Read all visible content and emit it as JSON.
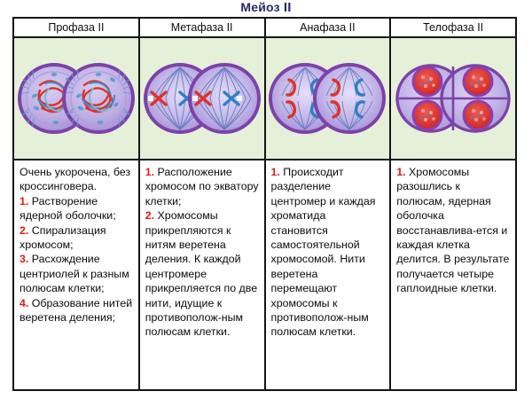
{
  "title": {
    "text": "Мейоз",
    "numeral": "II"
  },
  "columns": [
    {
      "header": "Профаза II",
      "diagram_name": "prophase-2-cell-diagram",
      "diagram_label": "two-cells-tangled-chromatin",
      "paragraphs": [
        {
          "num": "",
          "text": "Очень укорочена, без кроссинговера.",
          "gap": false
        },
        {
          "num": "1.",
          "text": " Растворение ядерной оболочки;",
          "gap": true
        },
        {
          "num": "2.",
          "text": " Спирализация хромосом;",
          "gap": false
        },
        {
          "num": "3.",
          "text": " Расхождение центриолей к разным полюсам клетки;",
          "gap": false
        },
        {
          "num": "4.",
          "text": " Образование нитей веретена деления;",
          "gap": false
        }
      ]
    },
    {
      "header": "Метафаза II",
      "diagram_name": "metaphase-2-cell-diagram",
      "diagram_label": "chromosomes-at-equator-with-spindle",
      "paragraphs": [
        {
          "num": "1.",
          "text": " Расположение хромосом по экватору клетки;",
          "gap": false
        },
        {
          "num": "2.",
          "text": " Хромосомы прикрепляются к нитям веретена деления. К каждой центромере прикрепляется по две нити, идущие к противополож-ным полюсам клетки.",
          "gap": false
        }
      ]
    },
    {
      "header": "Анафаза II",
      "diagram_name": "anaphase-2-cell-diagram",
      "diagram_label": "chromatids-moving-to-poles",
      "paragraphs": [
        {
          "num": "1.",
          "text": " Происходит разделение центромер и каждая хроматида становится самостоятельной хромосомой. Нити веретена перемещают хромосомы к противополож-ным полюсам клетки.",
          "gap": false
        }
      ]
    },
    {
      "header": "Телофаза II",
      "diagram_name": "telophase-2-cell-diagram",
      "diagram_label": "four-haploid-cells",
      "paragraphs": [
        {
          "num": "1.",
          "text": " Хромосомы разошлись к полюсам, ядерная оболочка восстанавлива-ется и каждая клетка делится. В результате получается четыре гаплоидные клетки.",
          "gap": false
        }
      ]
    }
  ],
  "colors": {
    "title": "#27286b",
    "number_accent": "#e01b16",
    "image_cell_bg": "#e5f0d9",
    "cell_membrane": "#7d42a8",
    "cytoplasm": "#b9a8e0",
    "chromosome_red": "#e03127",
    "chromosome_blue": "#2f7fc4",
    "spindle": "#4a6fb5",
    "border": "#151515"
  }
}
